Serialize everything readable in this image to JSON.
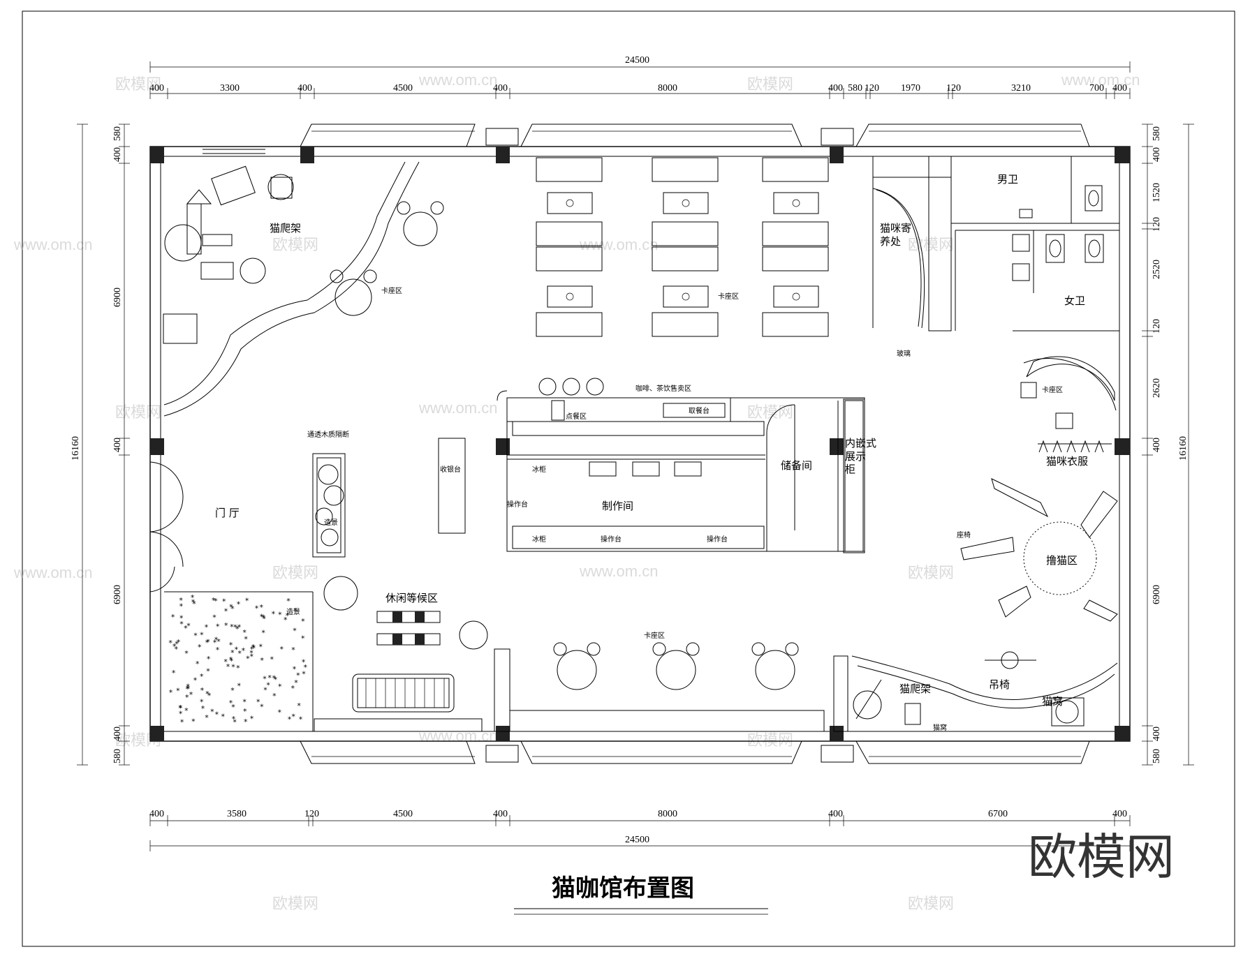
{
  "drawing": {
    "title": "猫咖馆布置图",
    "logo": "欧模网",
    "watermark": "欧模网",
    "watermark_url": "www.om.cn"
  },
  "dims": {
    "top_total": "24500",
    "bottom_total": "24500",
    "top_segments": [
      "400",
      "3300",
      "400",
      "4500",
      "400",
      "8000",
      "400",
      "580",
      "120",
      "1970",
      "120",
      "3210",
      "700",
      "400"
    ],
    "bottom_segments": [
      "400",
      "3580",
      "120",
      "4500",
      "400",
      "8000",
      "400",
      "6700",
      "400"
    ],
    "left_total": "16160",
    "right_total": "16160",
    "left_segments": [
      "580",
      "400",
      "6900",
      "400",
      "6900",
      "400",
      "580"
    ],
    "right_segments": [
      "580",
      "400",
      "1520",
      "120",
      "2520",
      "120",
      "2620",
      "400",
      "6900",
      "400",
      "580"
    ]
  },
  "rooms": {
    "cat_climb_1": "猫爬架",
    "booth_1": "卡座区",
    "booth_2": "卡座区",
    "booth_3": "卡座区",
    "booth_4": "卡座区",
    "cat_boarding": "猫咪寄\n养处",
    "mens_wc": "男卫",
    "womens_wc": "女卫",
    "glass": "玻璃",
    "coffee_sales": "咖啡、茶饮售卖区",
    "order_area": "点餐区",
    "pickup": "取餐台",
    "register": "收银台",
    "storage": "储备间",
    "display_cabinet": "内嵌式\n展示\n柜",
    "workshop": "制作间",
    "ops_counter_1": "操作台",
    "ops_counter_2": "操作台",
    "ops_counter_3": "操作台",
    "fridge_1": "冰柜",
    "fridge_2": "冰柜",
    "cat_clothes": "猫咪衣服",
    "lobby": "门 厅",
    "translucent_wood": "通透木质隔断",
    "landscape_1": "造景",
    "landscape_2": "造景",
    "leisure_wait": "休闲等候区",
    "seat": "座椅",
    "petting_area": "撸猫区",
    "hanging_chair": "吊椅",
    "cat_climb_2": "猫爬架",
    "cat_nest_1": "猫窝",
    "cat_nest_2": "猫窝"
  }
}
